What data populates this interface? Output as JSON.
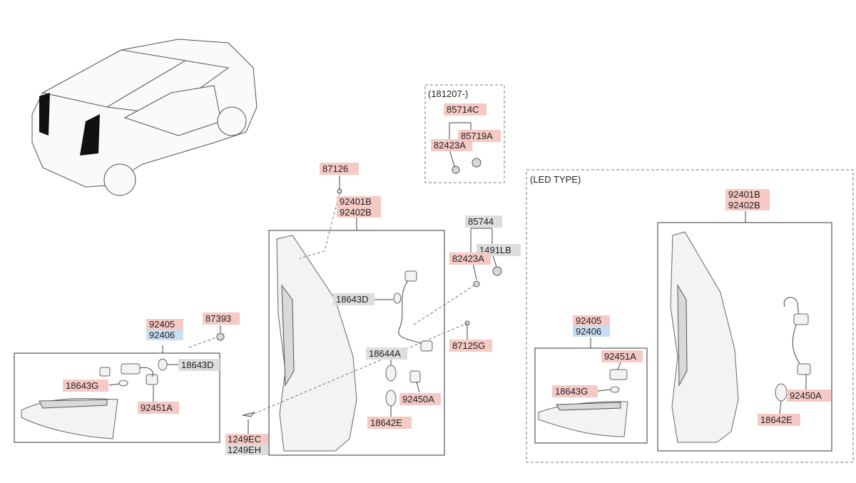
{
  "headers": {
    "group_a": "(181207-)",
    "group_led": "(LED TYPE)"
  },
  "labels": {
    "l_87126": "87126",
    "l_92401b": "92401B",
    "l_92402b": "92402B",
    "l_85744": "85744",
    "l_1491lb": "1491LB",
    "l_82423a": "82423A",
    "l_18643d_main": "18643D",
    "l_18644a": "18644A",
    "l_92450a": "92450A",
    "l_18642e": "18642E",
    "l_87125g": "87125G",
    "l_1249ec": "1249EC",
    "l_1249eh": "1249EH",
    "l_92405": "92405",
    "l_92406": "92406",
    "l_87393": "87393",
    "l_18643d_small": "18643D",
    "l_18643g": "18643G",
    "l_92451a": "92451A",
    "l_85714c": "85714C",
    "l_85719a": "85719A",
    "l_82423a_top": "82423A",
    "l_led_92401b": "92401B",
    "l_led_92402b": "92402B",
    "l_led_92405": "92405",
    "l_led_92406": "92406",
    "l_led_92451a": "92451A",
    "l_led_18643g": "18643G",
    "l_led_92450a": "92450A",
    "l_led_18642e": "18642E"
  },
  "colors": {
    "red_tag": "#f5c9c4",
    "blue_tag": "#c9ddf3",
    "grey_tag": "#dddddd"
  }
}
